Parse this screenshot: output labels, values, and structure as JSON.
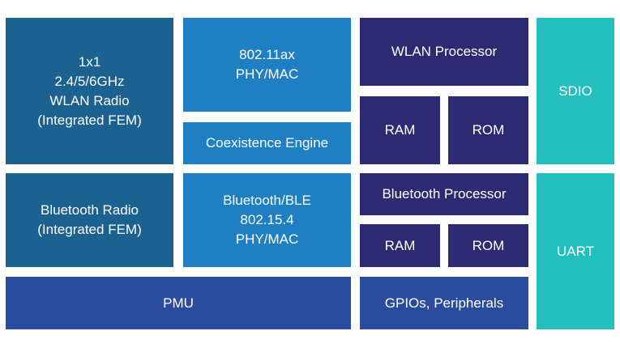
{
  "blocks": {
    "wlan_radio": {
      "lines": [
        "1x1",
        "2.4/5/6GHz",
        "WLAN Radio",
        "(Integrated FEM)"
      ],
      "color": "#1b6291"
    },
    "wifi_phy_mac": {
      "lines": [
        "802.11ax",
        "PHY/MAC"
      ],
      "color": "#1e80c3"
    },
    "coexistence_engine": {
      "label": "Coexistence Engine",
      "color": "#1e80c3"
    },
    "wlan_processor": {
      "label": "WLAN Processor",
      "color": "#2d2a73"
    },
    "wlan_ram": {
      "label": "RAM",
      "color": "#2d2a73"
    },
    "wlan_rom": {
      "label": "ROM",
      "color": "#2d2a73"
    },
    "sdio": {
      "label": "SDIO",
      "color": "#23bfbe"
    },
    "bluetooth_radio": {
      "lines": [
        "Bluetooth Radio",
        "(Integrated FEM)"
      ],
      "color": "#1b6291"
    },
    "bluetooth_phy_mac": {
      "lines": [
        "Bluetooth/BLE",
        "802.15.4",
        "PHY/MAC"
      ],
      "color": "#1e80c3"
    },
    "bluetooth_processor": {
      "label": "Bluetooth Processor",
      "color": "#2d2a73"
    },
    "bt_ram": {
      "label": "RAM",
      "color": "#2d2a73"
    },
    "bt_rom": {
      "label": "ROM",
      "color": "#2d2a73"
    },
    "uart": {
      "label": "UART",
      "color": "#23bfbe"
    },
    "pmu": {
      "label": "PMU",
      "color": "#2a4b9e"
    },
    "gpios_peripherals": {
      "label": "GPIOs, Peripherals",
      "color": "#2a4b9e"
    }
  }
}
